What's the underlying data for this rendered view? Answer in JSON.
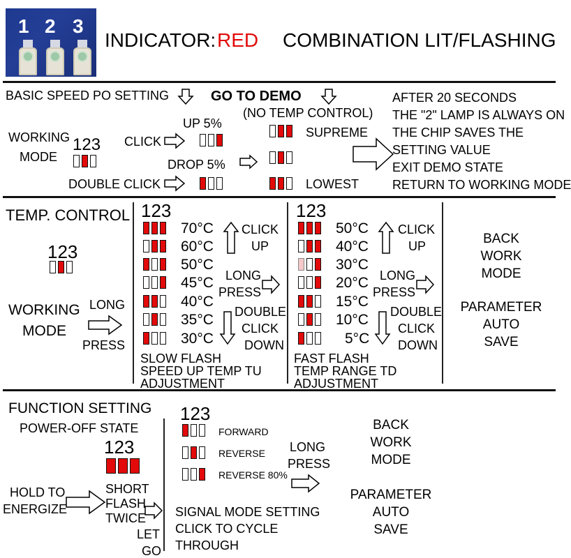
{
  "header": {
    "digits": [
      "1",
      "2",
      "3"
    ],
    "indicator_label": "INDICATOR:",
    "indicator_color": "RED",
    "combo": "COMBINATION LIT/FLASHING",
    "accent": "#e20a0a"
  },
  "speed": {
    "basic": "BASIC SPEED PO SETTING",
    "demo": "GO TO DEMO",
    "no_temp": "(NO TEMP CONTROL)",
    "working": "WORKING",
    "mode": "MODE",
    "digits": "123",
    "click": "CLICK",
    "up": "UP 5%",
    "drop": "DROP 5%",
    "double_click": "DOUBLE CLICK",
    "supreme": "SUPREME",
    "lowest": "LOWEST",
    "note": [
      "AFTER 20 SECONDS",
      "THE \"2\" LAMP IS ALWAYS ON",
      "THE CHIP SAVES THE",
      "SETTING VALUE",
      "EXIT DEMO STATE",
      "RETURN TO WORKING MODE"
    ]
  },
  "temp": {
    "title": "TEMP. CONTROL",
    "digits": "123",
    "working": "WORKING",
    "mode": "MODE",
    "long": "LONG",
    "press": "PRESS",
    "slow_rows": [
      "70°C",
      "60°C",
      "50°C",
      "45°C",
      "40°C",
      "35°C",
      "30°C"
    ],
    "fast_rows": [
      "50°C",
      "40°C",
      "30°C",
      "20°C",
      "15°C",
      "10°C",
      "5°C"
    ],
    "click": "CLICK",
    "up": "UP",
    "long_press_1": "LONG",
    "long_press_2": "PRESS",
    "double": "DOUBLE",
    "click2": "CLICK",
    "down": "DOWN",
    "slow_flash": "SLOW FLASH",
    "slow_desc1": "SPEED UP TEMP TU",
    "slow_desc2": "ADJUSTMENT",
    "fast_flash": "FAST FLASH",
    "fast_desc1": "TEMP RANGE TD",
    "fast_desc2": "ADJUSTMENT",
    "back": [
      "BACK",
      "WORK",
      "MODE"
    ],
    "param": [
      "PARAMETER",
      "AUTO",
      "SAVE"
    ]
  },
  "func": {
    "title": "FUNCTION SETTING",
    "power_off": "POWER-OFF STATE",
    "digits": "123",
    "hold1": "HOLD TO",
    "hold2": "ENERGIZE",
    "short": "SHORT",
    "flash": "FLASH",
    "twice": "TWICE",
    "let": "LET",
    "go": "GO",
    "forward": "FORWARD",
    "reverse": "REVERSE",
    "reverse80": "REVERSE 80%",
    "long": "LONG",
    "press": "PRESS",
    "signal1": "SIGNAL MODE SETTING",
    "signal2": "CLICK TO CYCLE",
    "signal3": "THROUGH",
    "back": [
      "BACK",
      "WORK",
      "MODE"
    ],
    "param": [
      "PARAMETER",
      "AUTO",
      "SAVE"
    ]
  }
}
